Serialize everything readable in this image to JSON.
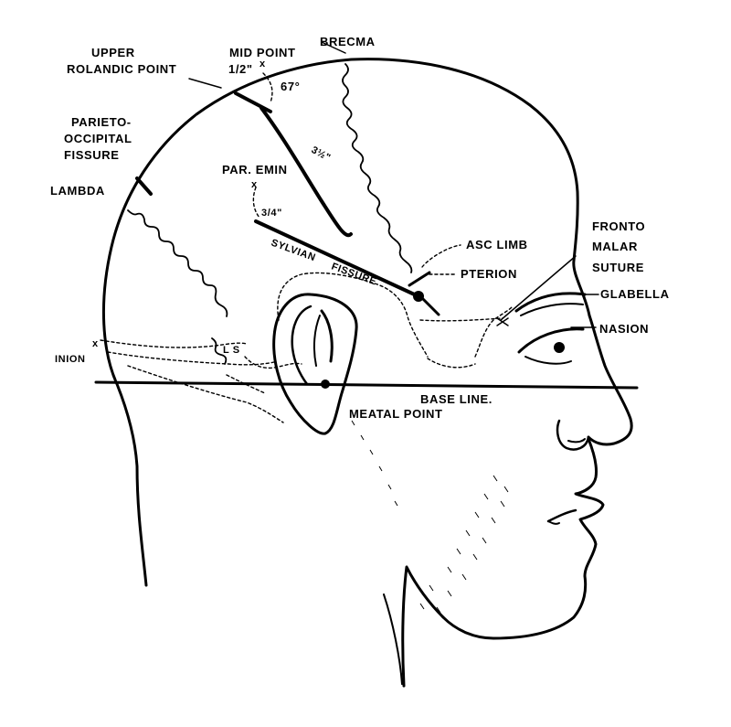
{
  "labels": {
    "upper_rolandic_1": "UPPER",
    "upper_rolandic_2": "ROLANDIC POINT",
    "mid_point": "MID POINT",
    "half_inch": "1/2\"",
    "mark_x": "x",
    "brecma": "BRECMA",
    "angle_67": "67°",
    "parieto_1": "PARIETO-",
    "parieto_2": "OCCIPITAL",
    "parieto_3": "FISSURE",
    "three_half": "3½\"",
    "par_emin": "PAR. EMIN",
    "lambda": "LAMBDA",
    "three_quarter": "3/4\"",
    "asc_limb": "ASC LIMB",
    "sylvian": "SYLVIAN",
    "fissure": "FISSURE",
    "pterion": "PTERION",
    "fronto_1": "FRONTO",
    "fronto_2": "MALAR",
    "fronto_3": "SUTURE",
    "glabella": "GLABELLA",
    "nasion": "NASION",
    "inion": "INION",
    "ls": "L S",
    "base_line": "BASE LINE.",
    "meatal_point": "MEATAL POINT"
  },
  "colors": {
    "ink": "#000000",
    "paper": "#ffffff"
  }
}
